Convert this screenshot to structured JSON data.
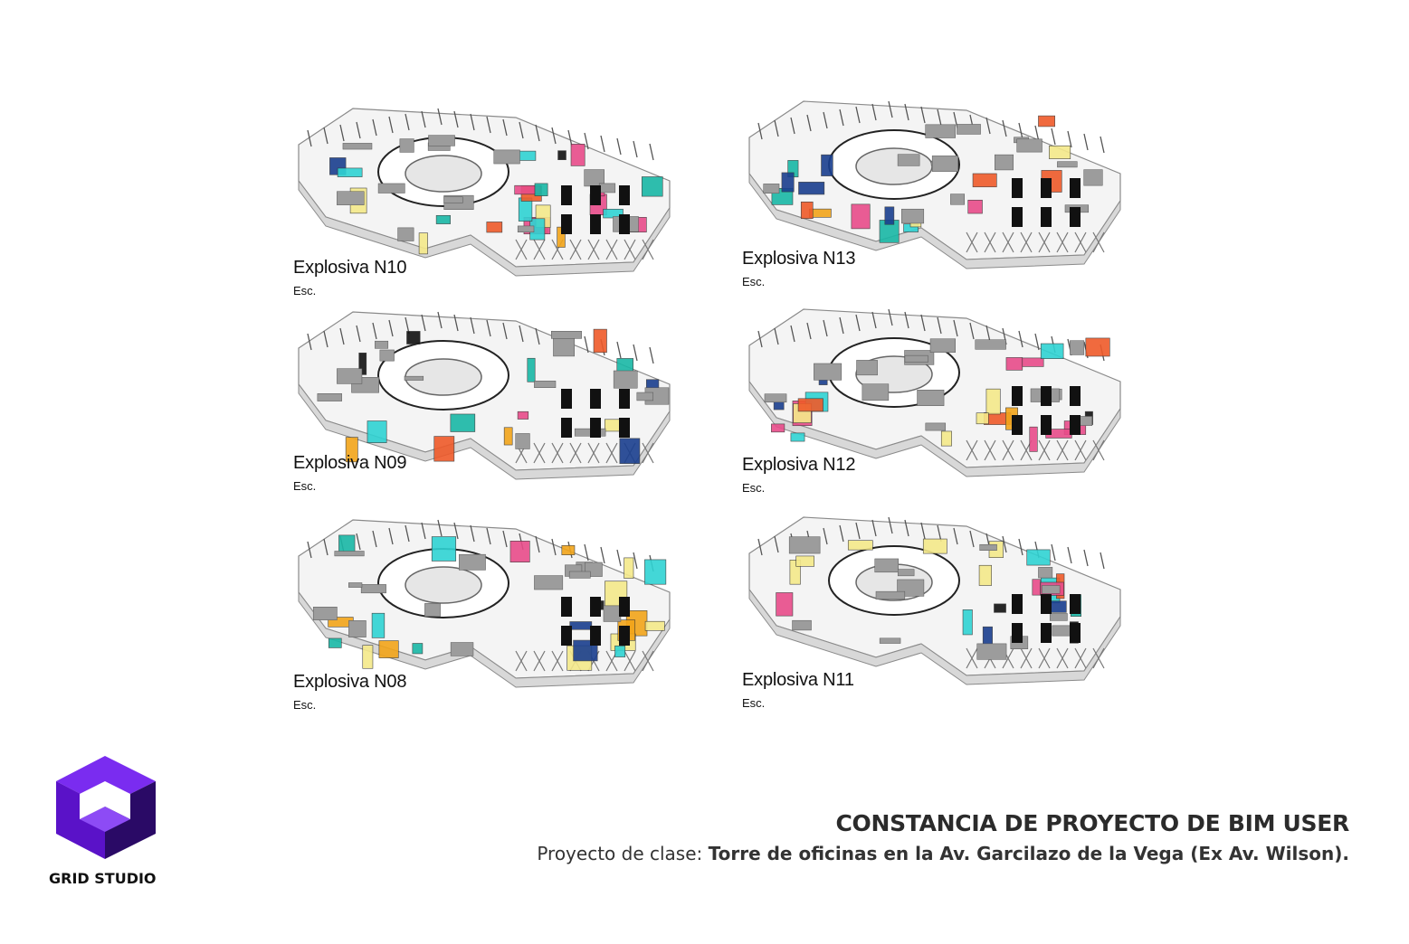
{
  "drawings": [
    {
      "id": "n10",
      "name": "Explosiva N10",
      "scale_label": "Esc."
    },
    {
      "id": "n13",
      "name": "Explosiva N13",
      "scale_label": "Esc."
    },
    {
      "id": "n09",
      "name": "Explosiva N09",
      "scale_label": "Esc."
    },
    {
      "id": "n12",
      "name": "Explosiva N12",
      "scale_label": "Esc."
    },
    {
      "id": "n08",
      "name": "Explosiva N08",
      "scale_label": "Esc."
    },
    {
      "id": "n11",
      "name": "Explosiva N11",
      "scale_label": "Esc."
    }
  ],
  "footer": {
    "title": "CONSTANCIA DE PROYECTO DE BIM USER",
    "subtitle_lead": "Proyecto de clase: ",
    "subtitle_project": "Torre de oficinas en la Av. Garcilazo de la Vega (Ex Av. Wilson)."
  },
  "brand": {
    "name": "GRID STUDIO",
    "colors": {
      "top": "#7a2cf0",
      "left": "#5a12c8",
      "right": "#2a0a66"
    }
  },
  "palette": [
    "#f5e98a",
    "#f2a51a",
    "#e84c8a",
    "#19b8a6",
    "#1a3f8f",
    "#ef5a2a",
    "#2fd3d3",
    "#111111"
  ]
}
